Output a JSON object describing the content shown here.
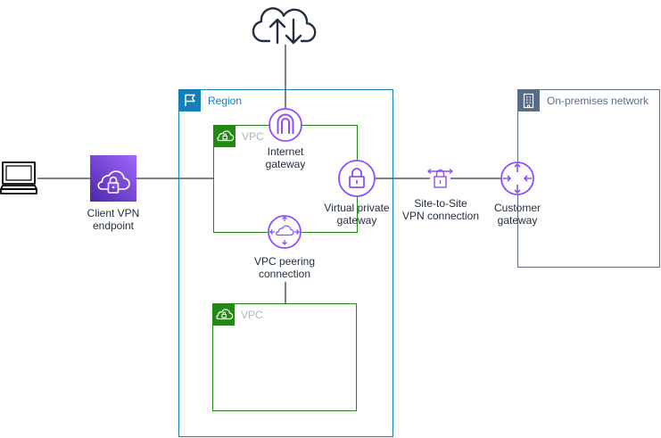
{
  "colors": {
    "region_border": "#147eba",
    "vpc_border": "#248814",
    "onprem_border": "#5a6b86",
    "network_purple": "#8c4fff",
    "client_vpn_fill": "#8c4fff",
    "line": "#000000",
    "vpc_label": "#aab7b8",
    "onprem_label": "#5a6b86"
  },
  "groups": {
    "region_label": "Region",
    "vpc_top_label": "VPC",
    "vpc_bottom_label": "VPC",
    "onprem_label": "On-premises network"
  },
  "nodes": {
    "internet_icon": "cloud-upload-download-icon",
    "client_device_icon": "laptop-icon",
    "client_vpn": {
      "line1": "Client VPN",
      "line2": "endpoint",
      "icon": "cloud-lock-icon"
    },
    "internet_gateway": {
      "line1": "Internet",
      "line2": "gateway",
      "icon": "internet-gateway-icon"
    },
    "virtual_private_gateway": {
      "line1": "Virtual private",
      "line2": "gateway",
      "icon": "lock-circle-icon"
    },
    "vpc_peering": {
      "line1": "VPC peering",
      "line2": "connection",
      "icon": "peering-arrows-icon"
    },
    "site_to_site": {
      "line1": "Site-to-Site",
      "line2": "VPN connection",
      "icon": "vpn-lock-icon"
    },
    "customer_gateway": {
      "line1": "Customer",
      "line2": "gateway",
      "icon": "router-icon"
    }
  }
}
